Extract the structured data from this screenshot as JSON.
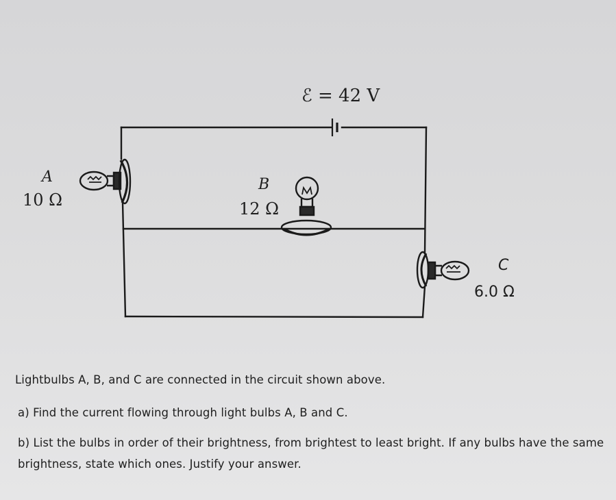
{
  "circuit": {
    "emf_label": "ℰ = 42 V",
    "bulb_a": {
      "letter": "A",
      "resistance": "10 Ω"
    },
    "bulb_b": {
      "letter": "B",
      "resistance": "12 Ω"
    },
    "bulb_c": {
      "letter": "C",
      "resistance": "6.0 Ω"
    }
  },
  "questions": {
    "intro": "Lightbulbs A, B, and C are connected in the circuit shown above.",
    "part_a": "a) Find the current flowing through light bulbs A, B and C.",
    "part_b": "b) List the bulbs in order of their brightness, from brightest to least bright. If any bulbs have the same brightness, state which ones. Justify your answer."
  },
  "colors": {
    "wire": "#1a1a1a",
    "text": "#202020"
  }
}
